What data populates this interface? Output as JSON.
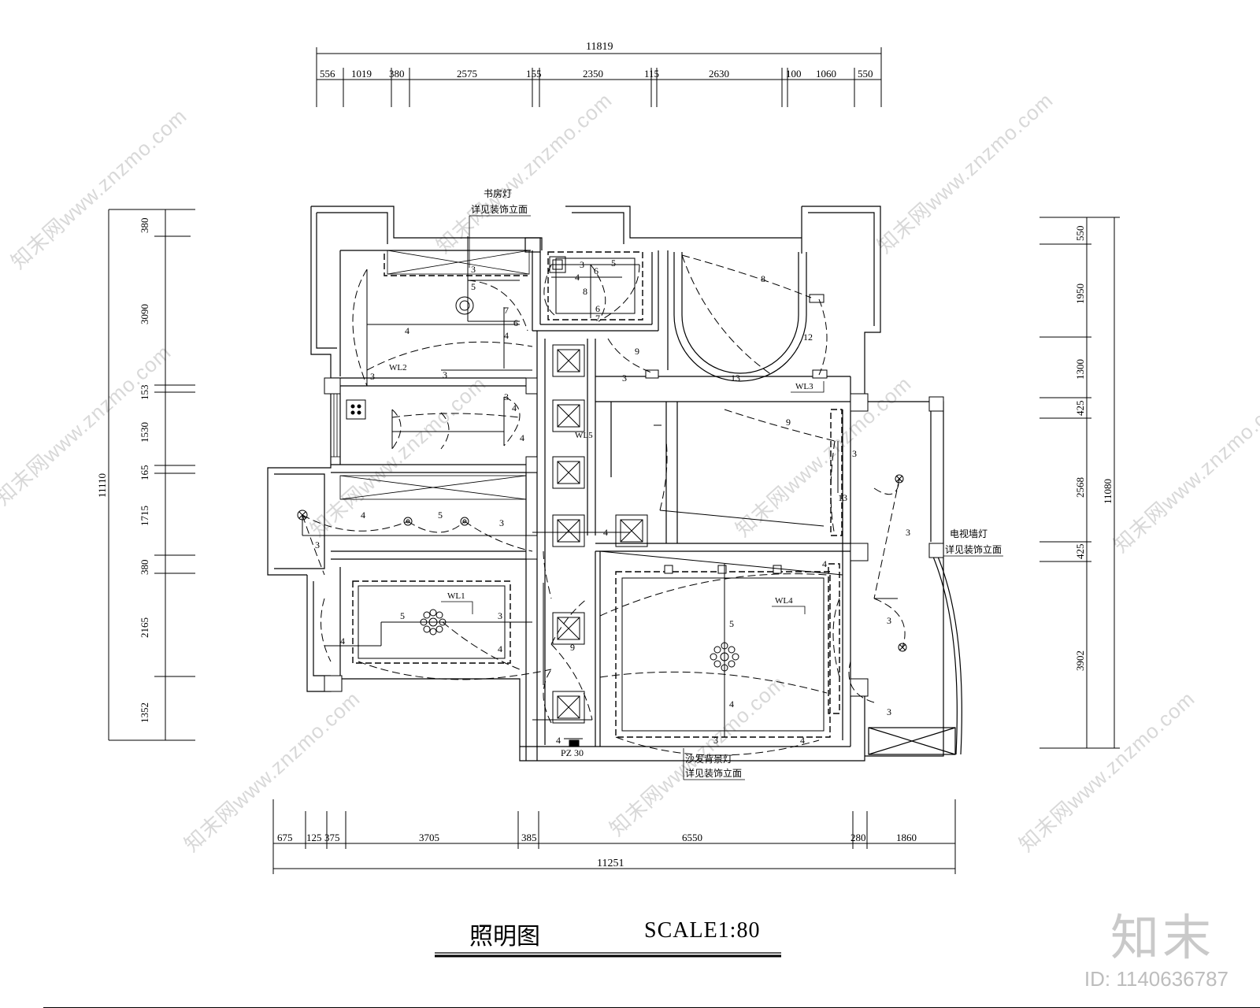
{
  "drawing": {
    "title": "照明图",
    "scale": "SCALE1:80"
  },
  "dimensions": {
    "top_total": "11819",
    "top_segments": [
      "556",
      "1019",
      "380",
      "2575",
      "155",
      "2350",
      "115",
      "2630",
      "100",
      "1060",
      "550"
    ],
    "bottom_total": "11251",
    "bottom_segments": [
      "675",
      "125",
      "375",
      "3705",
      "385",
      "6550",
      "280",
      "1860"
    ],
    "left_total": "11110",
    "left_segments": [
      "380",
      "3090",
      "153",
      "1530",
      "165",
      "1715",
      "380",
      "2165",
      "1352"
    ],
    "right_total": "11080",
    "right_segments": [
      "550",
      "1950",
      "1300",
      "425",
      "2568",
      "425",
      "3902"
    ]
  },
  "annotations": {
    "study_light": [
      "书房灯",
      "详见装饰立面"
    ],
    "tv_light": [
      "电视墙灯",
      "详见装饰立面"
    ],
    "sofa_light": [
      "沙发背景灯",
      "详见装饰立面"
    ],
    "panel": "PZ 30",
    "circuits": [
      "WL1",
      "WL2",
      "WL3",
      "WL4",
      "WL5"
    ],
    "wire_counts": [
      "3",
      "4",
      "5",
      "6",
      "7",
      "8",
      "9",
      "12",
      "13"
    ]
  },
  "watermark": {
    "text": "知末网www.znzmo.com",
    "brand": "知末",
    "id": "ID: 1140636787"
  }
}
